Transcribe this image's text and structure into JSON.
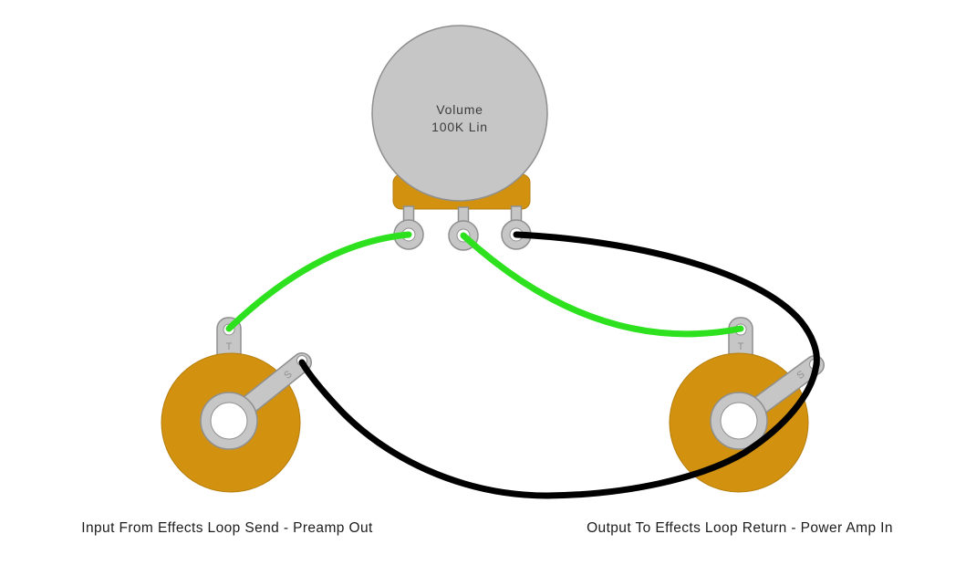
{
  "colors": {
    "background": "#ffffff",
    "pot_body": "#d29210",
    "pot_body_border": "#b57d0b",
    "metal": "#c6c6c6",
    "metal_border": "#8f8f8f",
    "hole": "#ffffff",
    "wire_signal": "#2de11e",
    "wire_ground": "#000000",
    "caption_text": "#1c1c1c",
    "component_text": "#3c3c3c",
    "lug_text": "#909090"
  },
  "pot": {
    "name": "Volume",
    "value": "100K Lin"
  },
  "jacks": {
    "left": {
      "tip_label": "T",
      "sleeve_label": "S",
      "caption": "Input From Effects Loop Send - Preamp Out"
    },
    "right": {
      "tip_label": "T",
      "sleeve_label": "S",
      "caption": "Output To Effects Loop Return - Power Amp In"
    }
  }
}
